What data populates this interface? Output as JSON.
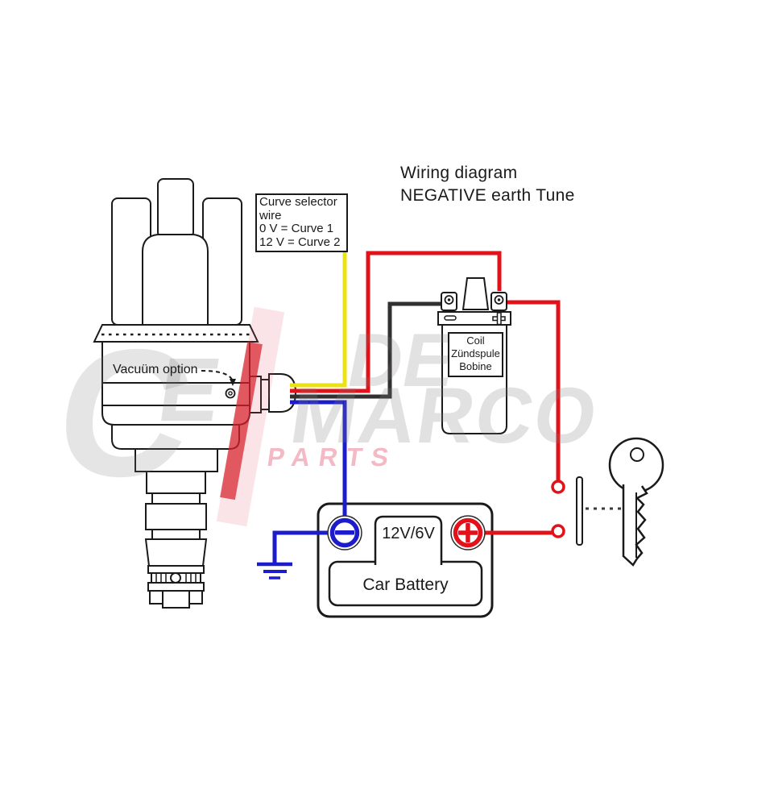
{
  "title": {
    "line1": "Wiring diagram",
    "line2": "NEGATIVE earth Tune"
  },
  "curve_selector_note": {
    "line1": "Curve selector",
    "line2": "wire",
    "line3": "0 V = Curve 1",
    "line4": "12 V = Curve 2"
  },
  "distributor": {
    "vacuum_label": "Vacuüm option"
  },
  "coil": {
    "line1": "Coil",
    "line2": "Zündspule",
    "line3": "Bobine"
  },
  "battery": {
    "voltage": "12V/6V",
    "name": "Car Battery"
  },
  "wires": {
    "yellow": "#ece112",
    "red": "#e11219",
    "black": "#312f2f",
    "blue": "#1c1ccd"
  },
  "outline_color": "#1a1a1a",
  "watermark": {
    "letter_c": "C",
    "letter_e": "E",
    "word_de": "DE",
    "word_marco": "MARCO",
    "word_parts": "PARTS"
  }
}
